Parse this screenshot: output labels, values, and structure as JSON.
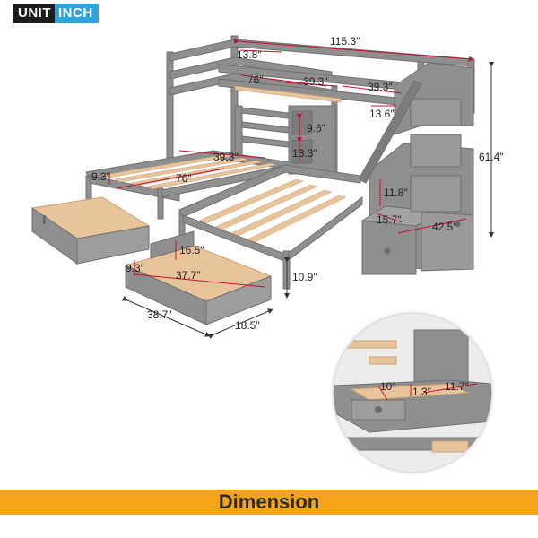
{
  "badge": {
    "unit_label": "UNIT",
    "inch_label": "INCH"
  },
  "dimensions": {
    "overall_length": "115.3″",
    "top_rail_width": "13.8″",
    "top_mattress_length": "76″",
    "top_section_a": "39.3″",
    "top_section_b": "39.3″",
    "stair_depth_top": "13.6″",
    "overall_height": "61.4″",
    "shelf_height": "9.6″",
    "shelf_depth": "13.3″",
    "bottom_bed_width": "39.3″",
    "bottom_bed_rail_height": "9.3″",
    "bottom_mattress_length": "76″",
    "stair_step_height": "11.8″",
    "stair_step_depth": "15.7″",
    "stair_length": "42.5″",
    "drawer_inner_height": "16.5″",
    "drawer_height": "9.3″",
    "drawer_inner_length": "37.7″",
    "bed_leg_height": "10.9″",
    "drawer_length": "38.7″",
    "drawer_width": "18.5″",
    "hidden_drawer_depth": "10″",
    "hidden_drawer_height": "1.3″",
    "hidden_drawer_width": "11.7″"
  },
  "banner": {
    "title": "Dimension"
  },
  "colors": {
    "frame": "#8f8f8f",
    "frame_dark": "#6f6f6f",
    "wood": "#e8c49a",
    "accent_red": "#c8102e",
    "banner": "#f5a417",
    "badge_blue": "#2ea3dc"
  }
}
